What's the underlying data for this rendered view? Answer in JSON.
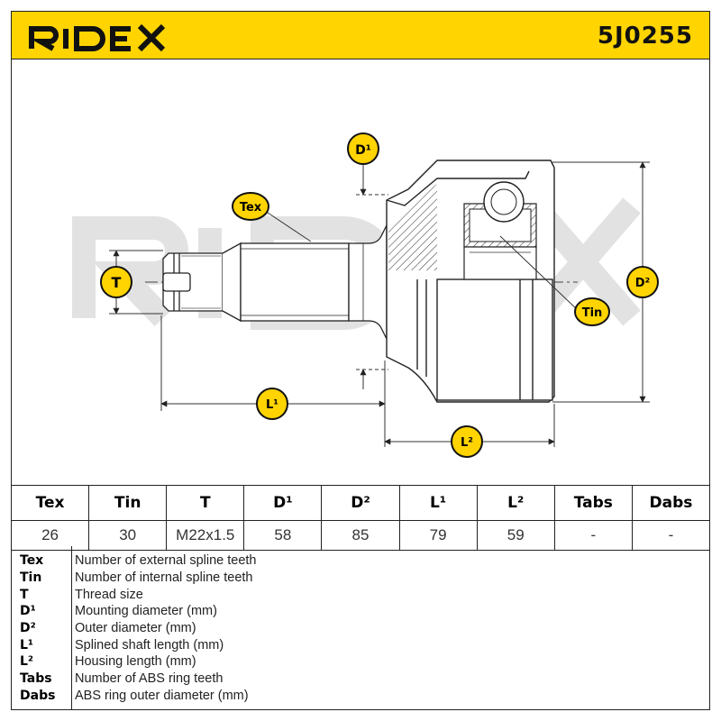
{
  "header": {
    "brand": "RIDEX",
    "part_number": "5J0255",
    "brand_color": "#ffd400"
  },
  "drawing": {
    "watermark": "RIDEX",
    "callouts": {
      "tex": "Tex",
      "tin": "Tin",
      "t": "T",
      "d1": "D¹",
      "d2": "D²",
      "l1": "L¹",
      "l2": "L²"
    }
  },
  "spec_table": {
    "headers": [
      "Tex",
      "Tin",
      "T",
      "D¹",
      "D²",
      "L¹",
      "L²",
      "Tabs",
      "Dabs"
    ],
    "values": [
      "26",
      "30",
      "M22x1.5",
      "58",
      "85",
      "79",
      "59",
      "-",
      "-"
    ]
  },
  "legend": [
    {
      "key": "Tex",
      "desc": "Number of external spline teeth"
    },
    {
      "key": "Tin",
      "desc": "Number of internal spline teeth"
    },
    {
      "key": "T",
      "desc": "Thread size"
    },
    {
      "key": "D¹",
      "desc": "Mounting diameter (mm)"
    },
    {
      "key": "D²",
      "desc": "Outer diameter (mm)"
    },
    {
      "key": "L¹",
      "desc": "Splined shaft length (mm)"
    },
    {
      "key": "L²",
      "desc": "Housing length (mm)"
    },
    {
      "key": "Tabs",
      "desc": "Number of ABS ring teeth"
    },
    {
      "key": "Dabs",
      "desc": "ABS ring outer diameter (mm)"
    }
  ]
}
